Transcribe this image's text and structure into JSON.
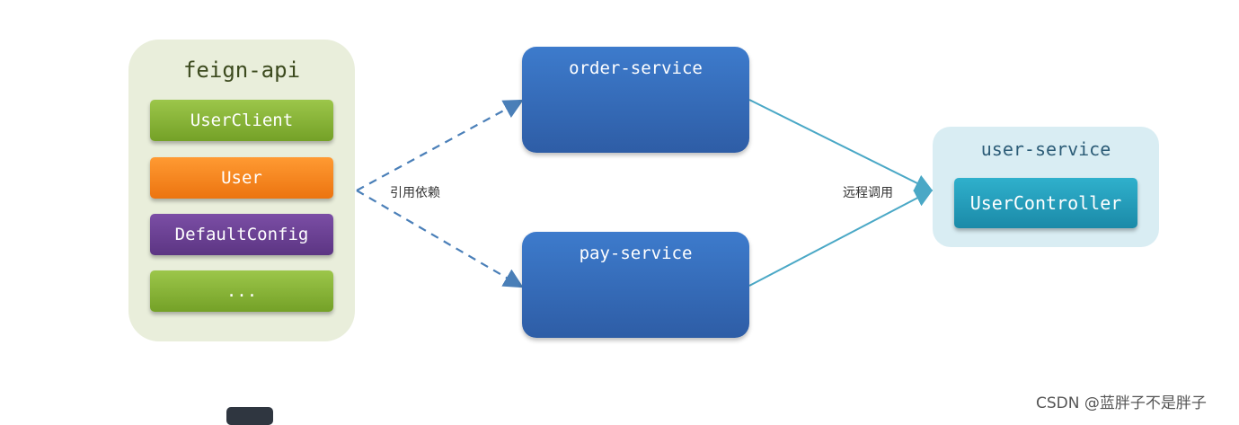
{
  "feign_api": {
    "title": "feign-api",
    "items": [
      {
        "label": "UserClient",
        "color": "#86b23a"
      },
      {
        "label": "User",
        "color": "#f7861f"
      },
      {
        "label": "DefaultConfig",
        "color": "#6a4195"
      },
      {
        "label": "...",
        "color": "#86b23a"
      }
    ]
  },
  "services": {
    "order": "order-service",
    "pay": "pay-service"
  },
  "user_service": {
    "title": "user-service",
    "controller": "UserController"
  },
  "edges": {
    "dependency_label": "引用依赖",
    "remote_call_label": "远程调用"
  },
  "watermark": "CSDN @蓝胖子不是胖子",
  "colors": {
    "dashed_arrow": "#4a7fb8",
    "solid_arrow": "#4aa8c6",
    "service_blue": "#3467b4",
    "feign_bg": "#e9eedb",
    "user_bg": "#d9edf3"
  }
}
